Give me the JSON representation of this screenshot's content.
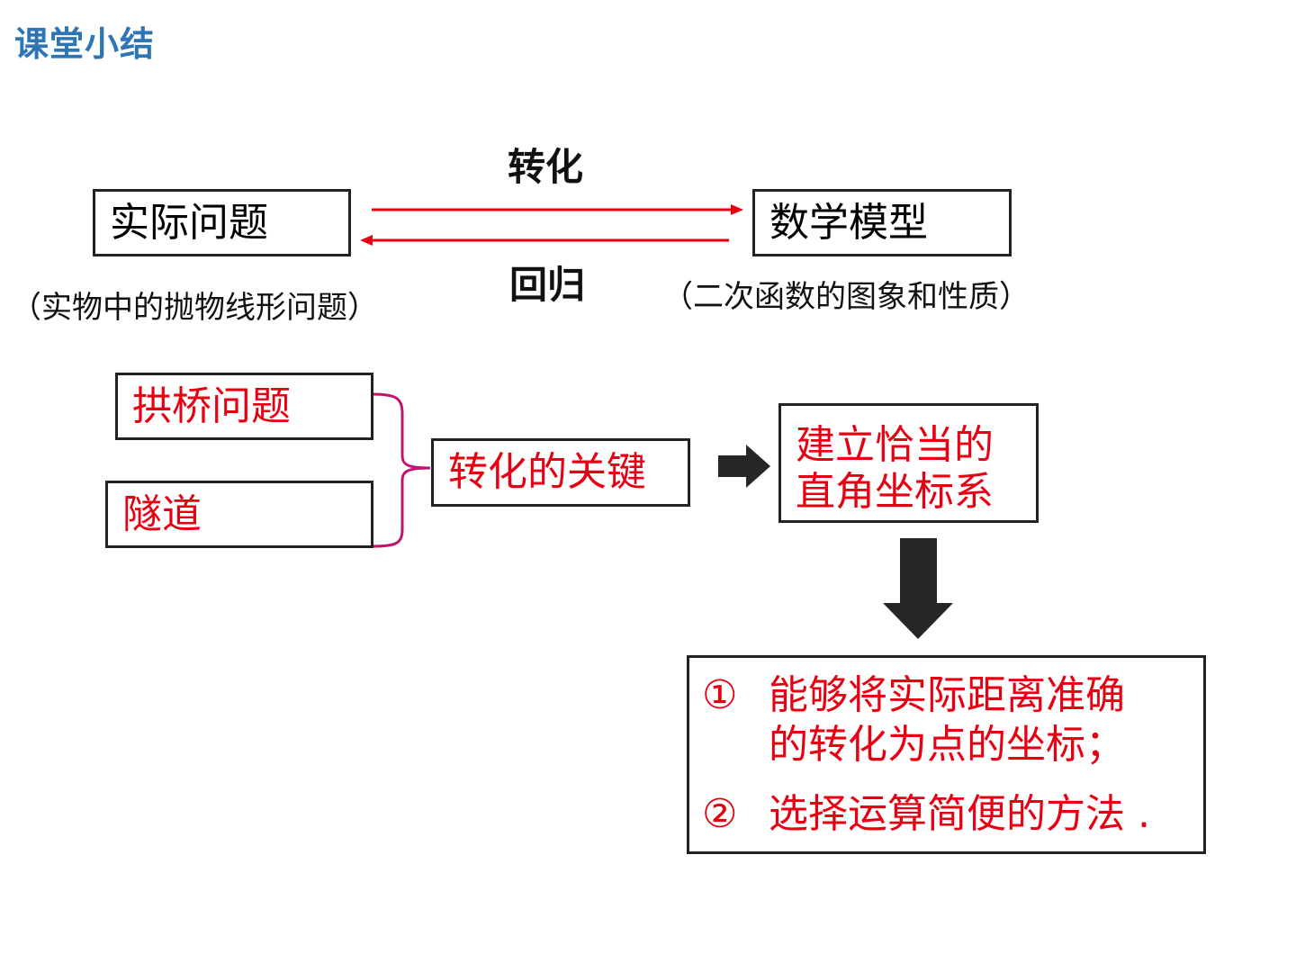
{
  "title": "课堂小结",
  "top": {
    "arrow_top_label": "转化",
    "arrow_bottom_label": "回归",
    "left_box": "实际问题",
    "left_note": "（实物中的抛物线形问题）",
    "right_box": "数学模型",
    "right_note": "（二次函数的图象和性质）"
  },
  "bottom": {
    "item1": "拱桥问题",
    "item2": "隧道",
    "key": "转化的关键",
    "target_line1": "建立恰当的",
    "target_line2": "直角坐标系",
    "result": {
      "num1": "①",
      "line1a": "能够将实际距离准确",
      "line1b": "的转化为点的坐标；",
      "num2": "②",
      "line2": "选择运算简便的方法 ."
    }
  },
  "colors": {
    "title": "#2e75b6",
    "highlight_text": "#e60012",
    "arrow_lines": "#e60012",
    "brace": "#c0156f",
    "block_arrows": "#262626",
    "box_border": "#222222"
  }
}
